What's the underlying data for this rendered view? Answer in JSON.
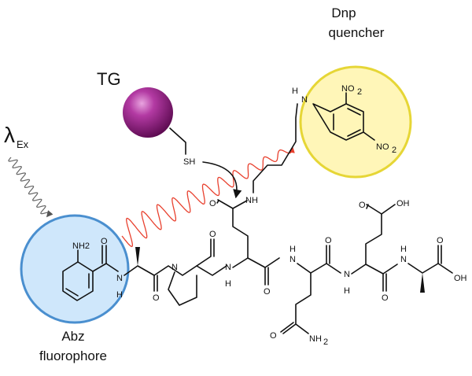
{
  "labels": {
    "tg": "TG",
    "excitation_symbol": "λ",
    "excitation_sub": "Ex",
    "dnp_line1": "Dnp",
    "dnp_line2": "quencher",
    "abz_line1": "Abz",
    "abz_line2": "fluorophore"
  },
  "atoms": {
    "sh": "SH",
    "nh2_abz": "NH2",
    "nh_amide": "N",
    "h_amide": "H",
    "nh_gln_side": "NH",
    "nh_dnp": "N",
    "h_dnp": "H",
    "no2_top": "NO",
    "no2_top_sub": "2",
    "no2_bottom": "NO",
    "no2_bottom_sub": "2",
    "pro_n": "N",
    "o": "O",
    "n": "N",
    "h": "H",
    "oh": "OH",
    "nh2_gln": "NH",
    "nh2_gln_sub": "2"
  },
  "colors": {
    "tg_sphere": "#8e1a7e",
    "abz_circle_fill": "#cfe7fb",
    "abz_circle_stroke": "#4a8fcf",
    "dnp_circle_fill": "#fff6b8",
    "dnp_circle_stroke": "#e6d636",
    "emission_wave": "#e8402e"
  }
}
